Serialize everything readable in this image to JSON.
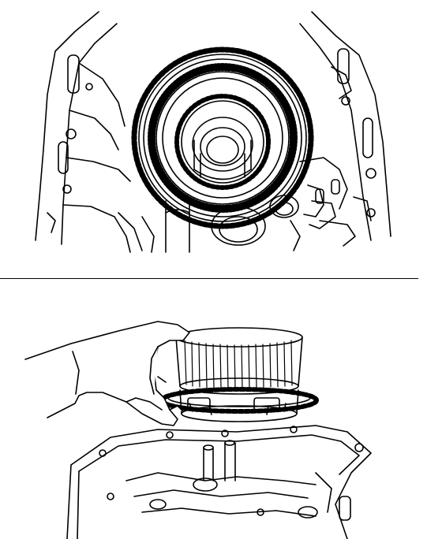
{
  "figures": [
    {
      "id": "top",
      "subject": "gear-assembly-in-case"
    },
    {
      "id": "bottom",
      "subject": "hand-removing-clutch-drum"
    }
  ],
  "colors": {
    "line": "#000000",
    "background": "#ffffff"
  },
  "icons": [
    "gear-assembly-drawing",
    "hand-lifting-drum-drawing"
  ]
}
